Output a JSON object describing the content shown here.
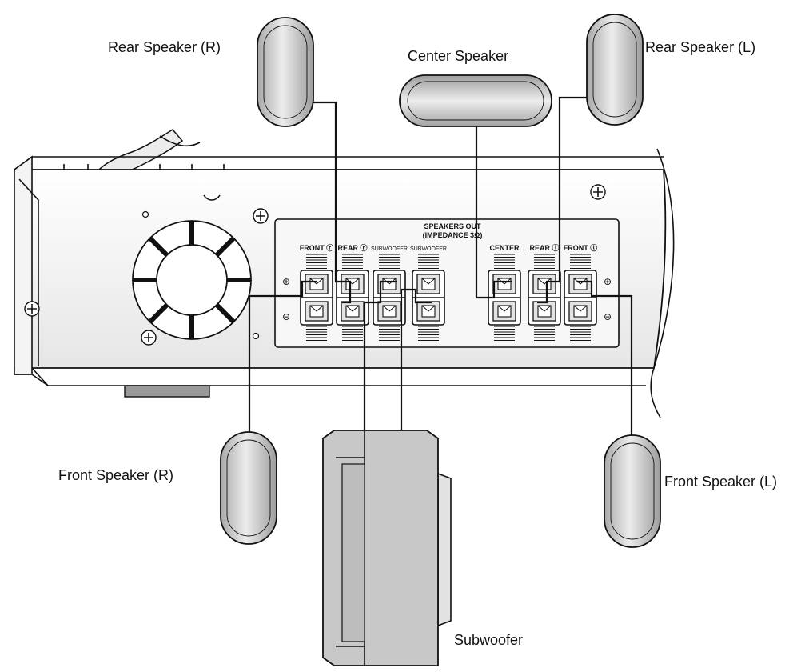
{
  "labels": {
    "rear_right": "Rear Speaker (R)",
    "rear_left": "Rear Speaker (L)",
    "center": "Center Speaker",
    "front_right": "Front Speaker (R)",
    "front_left": "Front Speaker (L)",
    "subwoofer": "Subwoofer"
  },
  "panel": {
    "title_line1": "SPEAKERS OUT",
    "title_line2": "(IMPEDANCE 3Ω)",
    "terminals": {
      "front_r": "FRONT ⓡ",
      "rear_r": "REAR ⓡ",
      "subwoofer_1": "SUBWOOFER",
      "subwoofer_2": "SUBWOOFER",
      "center": "CENTER",
      "rear_l": "REAR ⓛ",
      "front_l": "FRONT ⓛ"
    },
    "plus_symbol": "⊕",
    "minus_symbol": "⊖"
  },
  "colors": {
    "line": "#111111",
    "unit_fill": "#f1f1f1",
    "speaker_fill": "#cfcfcf",
    "subwoofer_fill": "#c8c8c8",
    "cable_fill": "#9a9a9a"
  }
}
